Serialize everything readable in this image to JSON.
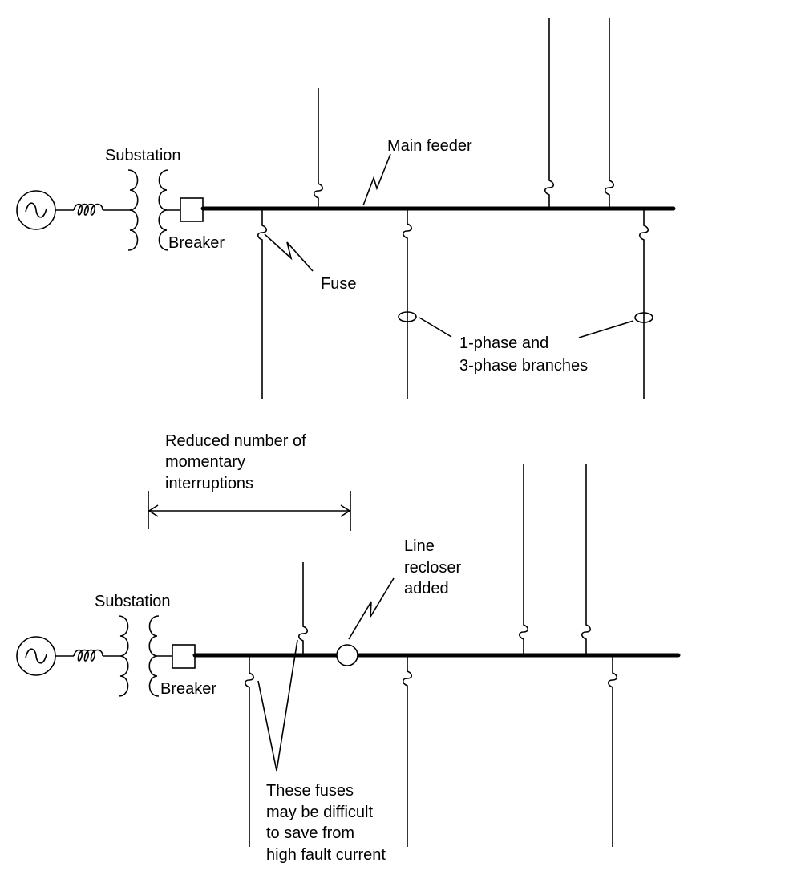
{
  "diagram": {
    "title": "Distribution feeder before and after adding a line recloser",
    "top_panel": {
      "substation_label": "Substation",
      "breaker_label": "Breaker",
      "main_feeder_label": "Main feeder",
      "fuse_label": "Fuse",
      "branches_label_line1": "1-phase and",
      "branches_label_line2": "3-phase branches"
    },
    "bottom_panel": {
      "substation_label": "Substation",
      "breaker_label": "Breaker",
      "reduced_label_line1": "Reduced number of",
      "reduced_label_line2": "momentary",
      "reduced_label_line3": "interruptions",
      "recloser_label_line1": "Line",
      "recloser_label_line2": "recloser",
      "recloser_label_line3": "added",
      "fuses_note_line1": "These fuses",
      "fuses_note_line2": "may be difficult",
      "fuses_note_line3": "to save from",
      "fuses_note_line4": "high fault current"
    },
    "icons": {
      "generator": "ac-generator-icon",
      "reactor": "inductor-coil-icon",
      "transformer": "transformer-icon",
      "breaker": "breaker-box-icon",
      "fuse": "fuse-icon",
      "recloser": "recloser-circle-icon"
    }
  }
}
